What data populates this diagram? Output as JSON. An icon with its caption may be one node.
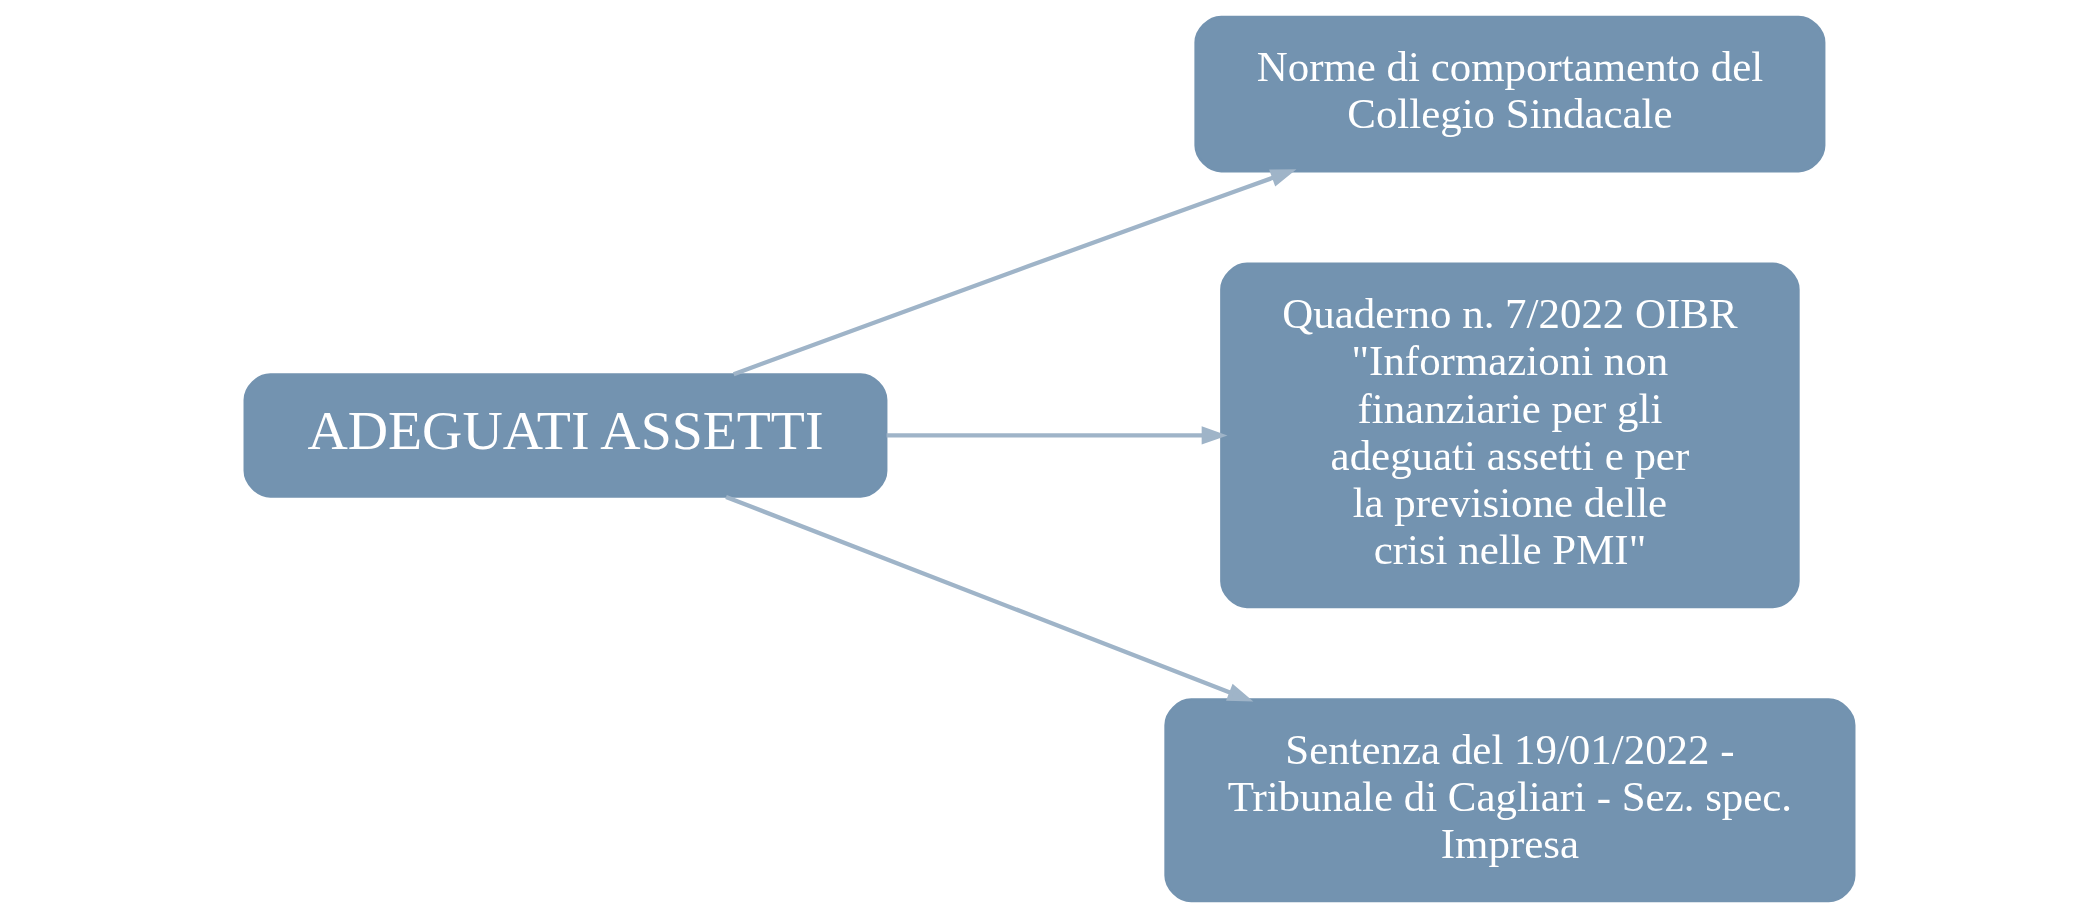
{
  "diagram": {
    "nodes": [
      {
        "text": [
          "ADEGUATI ASSETTI"
        ]
      },
      {
        "text": [
          "Norme di comportamento del Collegio Sindacale"
        ]
      },
      {
        "text": [
          "Quaderno n. 7/2022 OIBR \"Informazioni non finanziarie per gli adeguati assetti e per la previsione delle crisi nelle PMI\""
        ]
      },
      {
        "text": [
          "Sentenza del 19/01/2022 - Tribunale di Cagliari - Sez. spec. Impresa"
        ]
      }
    ],
    "edges": [
      {
        "from": 0,
        "to": 1,
        "arrow": "to"
      },
      {
        "from": 0,
        "to": 2,
        "arrow": "to"
      },
      {
        "from": 0,
        "to": 3,
        "arrow": "to"
      }
    ]
  }
}
